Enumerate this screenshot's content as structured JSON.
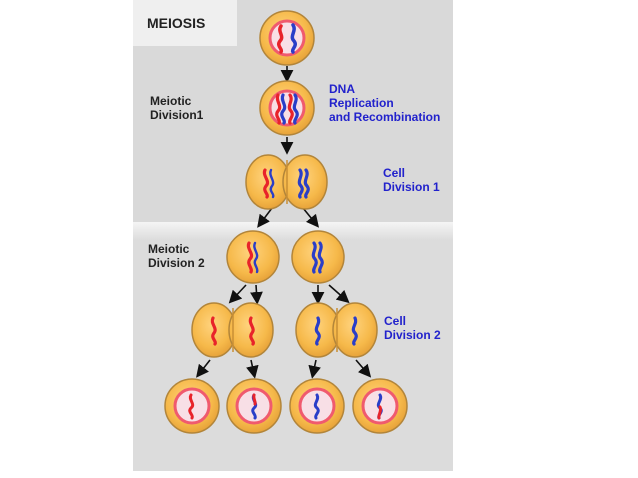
{
  "title": "MEIOSIS",
  "labels": {
    "meiotic_division_1": [
      "Meiotic",
      "Division1"
    ],
    "meiotic_division_2": [
      "Meiotic",
      "Division 2"
    ],
    "dna_replication": [
      "DNA",
      "Replication",
      "and Recombination"
    ],
    "cell_division_1": [
      "Cell",
      "Division 1"
    ],
    "cell_division_2": [
      "Cell",
      "Division 2"
    ]
  },
  "colors": {
    "panel_top": "#d9d9d9",
    "panel_bottom": "#dcdcdc",
    "title_box": "#efefef",
    "cell_fill": "#f6b94a",
    "cell_outer": "#b2853a",
    "nucleus_ring": "#f05a6e",
    "nucleus_fill": "#f8dfe6",
    "chromosome_maternal": "#e8232a",
    "chromosome_paternal": "#2a3ec8",
    "label_blue": "#2222cc",
    "label_black": "#222222",
    "arrow": "#111111"
  }
}
